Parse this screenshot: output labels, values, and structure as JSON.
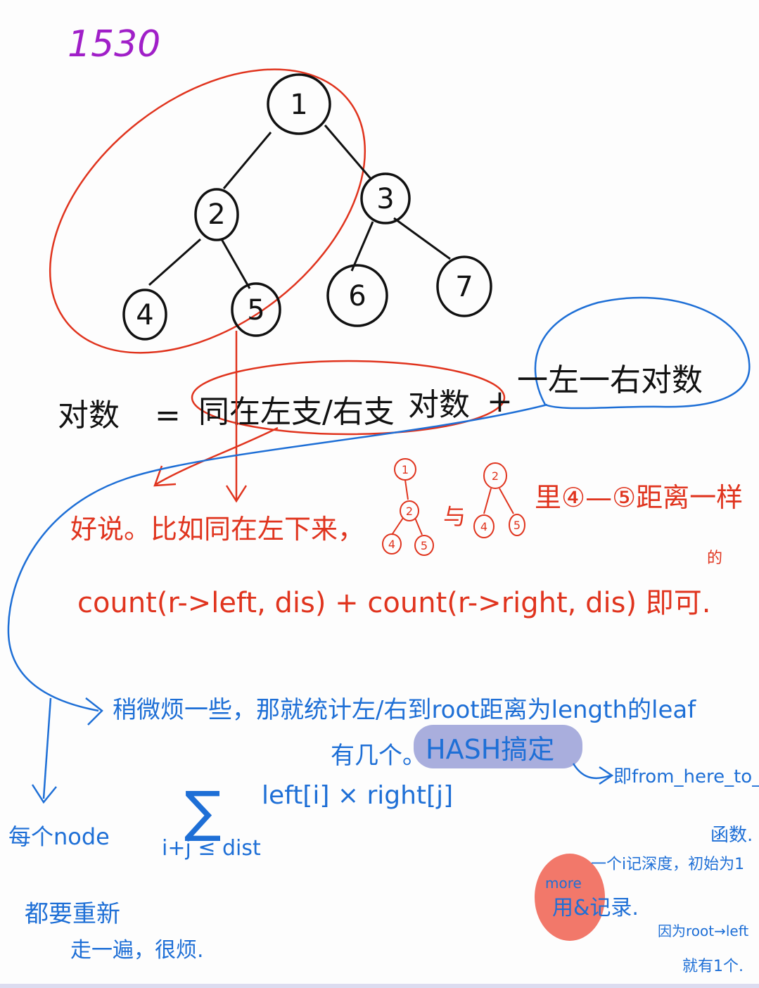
{
  "page_number": "1530",
  "tree": {
    "nodes": [
      "1",
      "2",
      "3",
      "4",
      "5",
      "6",
      "7"
    ]
  },
  "formula_line": {
    "lhs": "对数",
    "eq": "=",
    "same_side": "同在左支/右支",
    "pairs": "对数",
    "plus": "+",
    "cross": "一左一右对数"
  },
  "red_note": {
    "line1": "好说。比如同在左下来，",
    "mini_tree_a": [
      "1",
      "2",
      "4",
      "5"
    ],
    "and": "与",
    "mini_tree_b": [
      "2",
      "4",
      "5"
    ],
    "line1_tail": "里④—⑤距离一样",
    "line2": "count(r->left, dis) + count(r->right, dis) 即可.",
    "superscript": "的"
  },
  "blue_note": {
    "line1": "稍微烦一些，那就统计左/右到root距离为length的leaf",
    "line2_prefix": "有几个。",
    "hash_label": "HASH搞定",
    "sum_sign": "∑",
    "sum_term": "left[i] × right[j]",
    "sum_cond": "i+j ≤ dist",
    "arrow_note": "即from_here_to_leaf",
    "arrow_note2": "函数.",
    "left_col1": "每个node",
    "left_col2": "都要重新",
    "left_col3": "走一遍，很烦.",
    "right_note1": "一个i记深度，初始为1",
    "right_note2": "因为root→left",
    "right_note3": "就有1个.",
    "more_label": "more",
    "more_body": "用&记录."
  },
  "colors": {
    "ink": "#111111",
    "red": "#e0341e",
    "blue": "#1e6fd6",
    "purple": "#a01fc8",
    "hash_fill": "#a9aedd",
    "more_fill": "#f2786a"
  }
}
